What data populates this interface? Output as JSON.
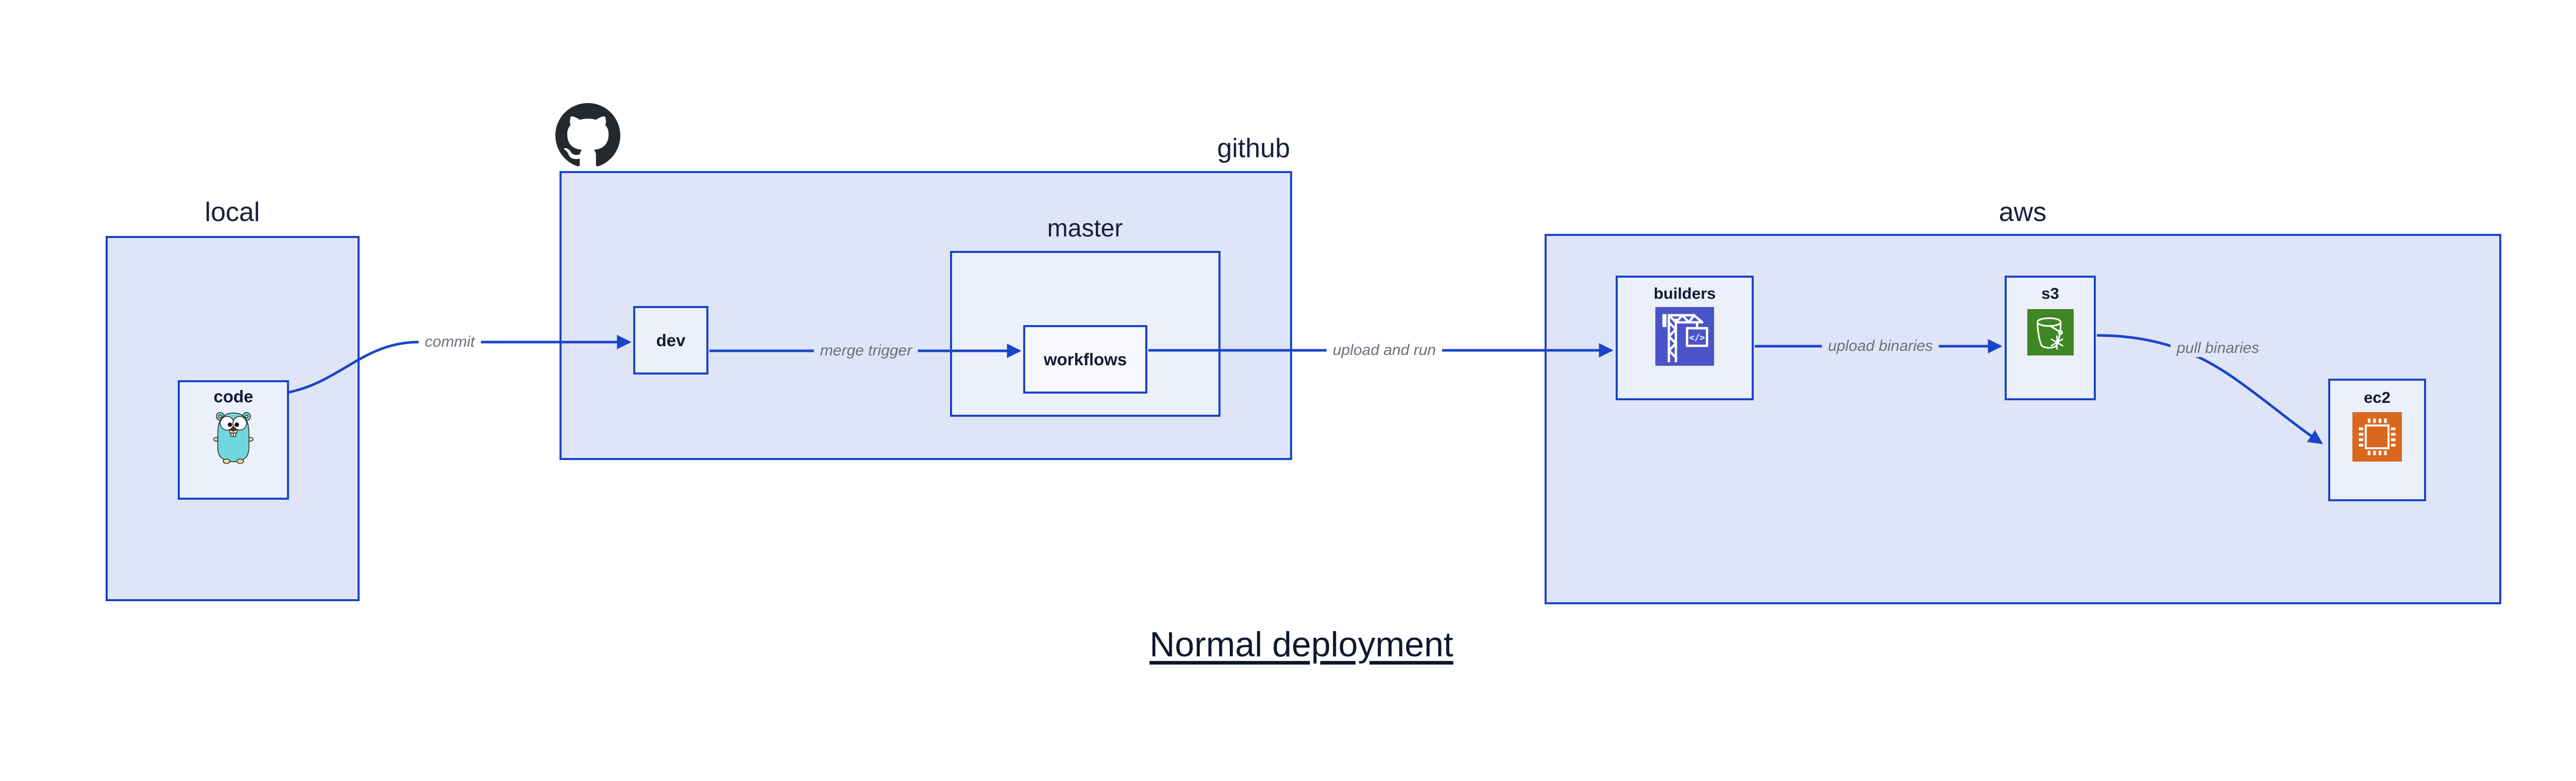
{
  "title": "Normal deployment",
  "groups": {
    "local": {
      "label": "local"
    },
    "github": {
      "label": "github"
    },
    "master": {
      "label": "master"
    },
    "aws": {
      "label": "aws"
    }
  },
  "nodes": {
    "code": {
      "label": "code",
      "icon": "go-gopher-icon"
    },
    "dev": {
      "label": "dev"
    },
    "workflows": {
      "label": "workflows"
    },
    "builders": {
      "label": "builders",
      "icon": "codebuild-crane-icon"
    },
    "s3": {
      "label": "s3",
      "icon": "s3-bucket-icon"
    },
    "ec2": {
      "label": "ec2",
      "icon": "ec2-chip-icon"
    }
  },
  "edges": [
    {
      "from": "code",
      "to": "dev",
      "label": "commit"
    },
    {
      "from": "dev",
      "to": "workflows",
      "label": "merge trigger"
    },
    {
      "from": "workflows",
      "to": "builders",
      "label": "upload and run"
    },
    {
      "from": "builders",
      "to": "s3",
      "label": "upload binaries"
    },
    {
      "from": "s3",
      "to": "ec2",
      "label": "pull binaries"
    }
  ],
  "icons": {
    "github_logo": "github-octocat-icon"
  },
  "colors": {
    "accent_blue": "#1a45c8",
    "group_fill": "#dfe5f7",
    "node_fill": "#ecf0fb",
    "workflows_fill": "#f6f8fd",
    "heading_text": "#16203a",
    "node_text": "#111b33",
    "edge_label_text": "#6b7078",
    "octocat_black": "#24292e",
    "codebuild_purple": "#4a54c8",
    "s3_green": "#3f8624",
    "ec2_orange": "#d9671e",
    "gopher_teal": "#6fd8dc"
  }
}
